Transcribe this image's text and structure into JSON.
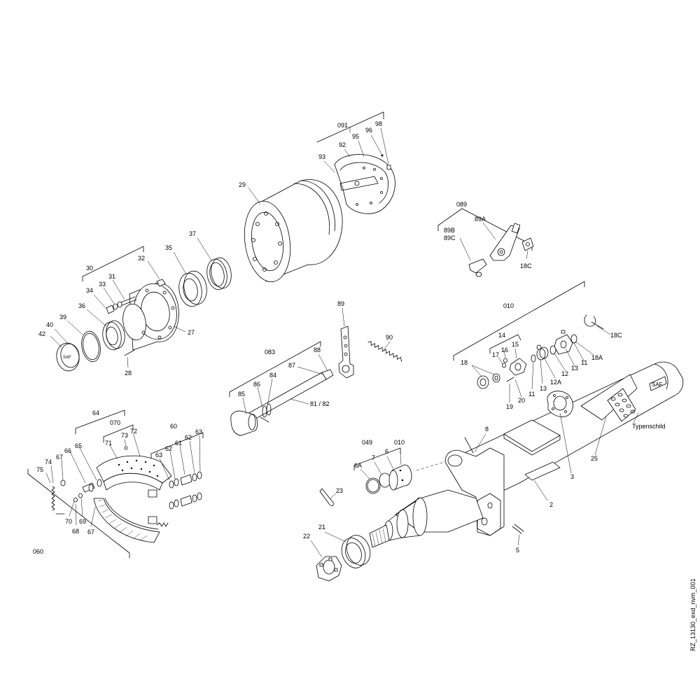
{
  "drawing_id": "RZ_13130_exd_nvm_001",
  "labels": [
    "091",
    "98",
    "96",
    "95",
    "92",
    "93",
    "29",
    "089",
    "89A",
    "89B",
    "89C",
    "18C",
    "30",
    "32",
    "31",
    "33",
    "34",
    "36",
    "35",
    "37",
    "27",
    "28",
    "39",
    "40",
    "42",
    "89",
    "90",
    "010",
    "14",
    "16",
    "17",
    "15",
    "18",
    "18A",
    "11",
    "13",
    "12",
    "12A",
    "20",
    "19",
    "083",
    "88",
    "87",
    "84",
    "86",
    "85",
    "81 / 82",
    "64",
    "070",
    "73",
    "72",
    "71",
    "66",
    "65",
    "67",
    "74",
    "75",
    "70",
    "69",
    "68",
    "060",
    "60",
    "63",
    "61",
    "62",
    "8",
    "049",
    "6A",
    "7",
    "6",
    "23",
    "21",
    "22",
    "5",
    "2",
    "3",
    "25",
    "Typenschild"
  ],
  "stamp_text": "SAF"
}
